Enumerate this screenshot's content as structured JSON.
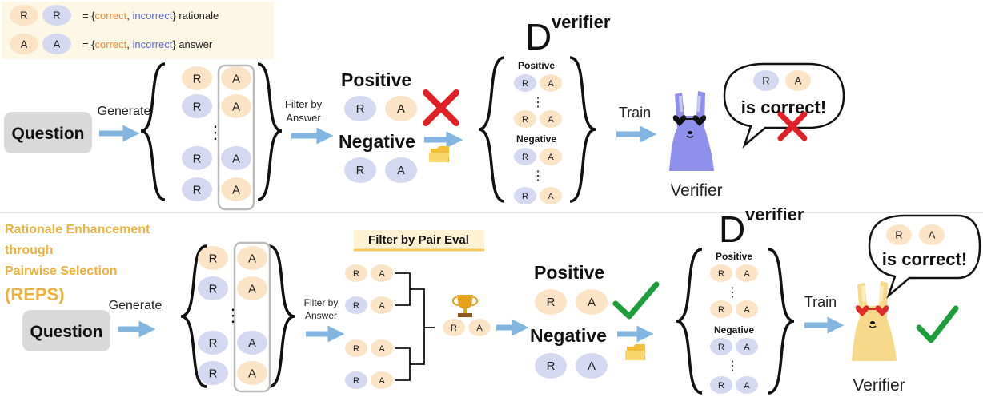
{
  "colors": {
    "orange_pill": "#FBE3C6",
    "blue_pill": "#D4D8F0",
    "orange_text": "#F08A3C",
    "blue_text": "#5B6BD4",
    "gold": "#F0B13C",
    "arrow": "#82B6E0",
    "red": "#E01F26",
    "green": "#1E9E3A",
    "question_box": "#D9D9D9",
    "legend_bg": "#FDF7E6",
    "divider": "#DADADA"
  },
  "legend": {
    "r": "R",
    "a": "A",
    "eq": "= {",
    "correct": "correct",
    "comma": ", ",
    "incorrect": "incorrect",
    "close_rationale": "} rationale",
    "close_answer": "} answer"
  },
  "letters": {
    "r": "R",
    "a": "A"
  },
  "top": {
    "question": "Question",
    "generate": "Generate",
    "filter_line1": "Filter by",
    "filter_line2": "Answer",
    "positive": "Positive",
    "negative": "Negative",
    "dataset_main": "D",
    "dataset_super": "verifier",
    "dataset_positive": "Positive",
    "dataset_negative": "Negative",
    "train": "Train",
    "verifier": "Verifier",
    "bubble_text": "is correct!",
    "dots": "⋮"
  },
  "bottom": {
    "title_line1": "Rationale Enhancement",
    "title_line2": "through",
    "title_line3": "Pairwise Selection",
    "title_line4": "(REPS)",
    "question": "Question",
    "generate": "Generate",
    "filter_line1": "Filter by",
    "filter_line2": "Answer",
    "pair_eval": "Filter by Pair Eval",
    "positive": "Positive",
    "negative": "Negative",
    "dataset_main": "D",
    "dataset_super": "verifier",
    "dataset_positive": "Positive",
    "dataset_negative": "Negative",
    "train": "Train",
    "verifier": "Verifier",
    "bubble_text": "is correct!",
    "dots": "⋮"
  }
}
